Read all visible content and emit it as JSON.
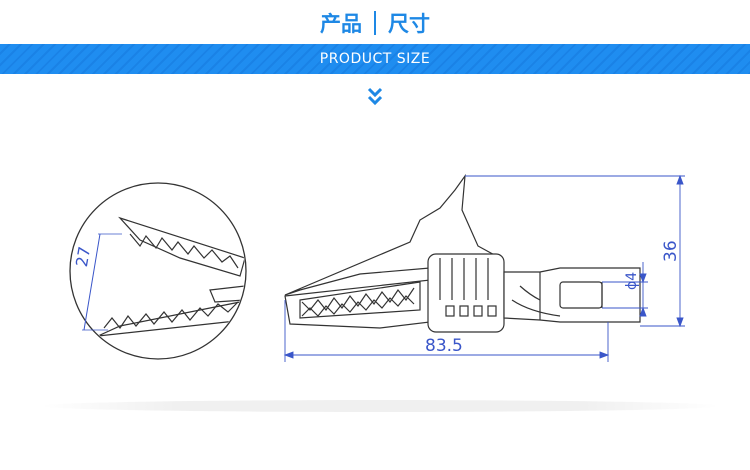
{
  "header": {
    "title_cn_left": "产品",
    "title_cn_right": "尺寸",
    "subtitle": "PRODUCT SIZE"
  },
  "dimensions": {
    "jaw_opening": "27",
    "length": "83.5",
    "height": "36",
    "diameter": "ϕ4"
  },
  "colors": {
    "brand_blue": "#1e88e5",
    "dimension_blue": "#3a56c9",
    "line": "#333333"
  }
}
